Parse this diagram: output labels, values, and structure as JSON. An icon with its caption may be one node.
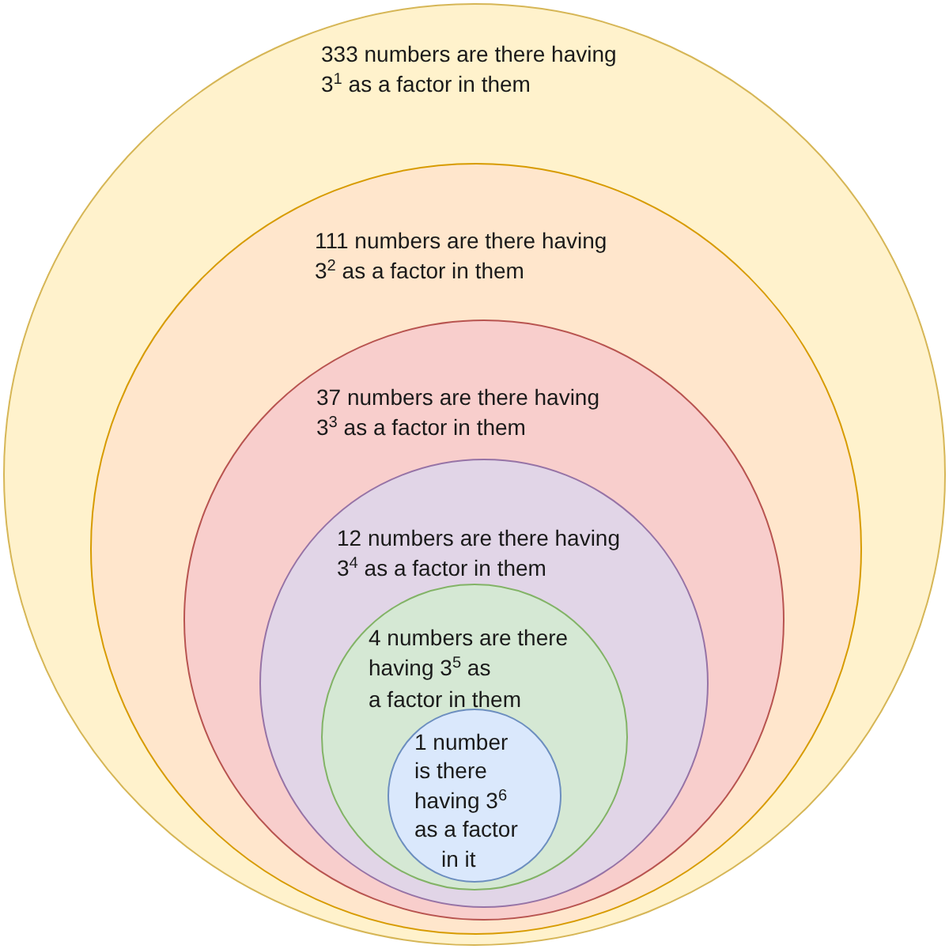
{
  "diagram": {
    "nodes": [
      {
        "text": [
          "333 numbers are there having 3$^{1}$ as a factor in them"
        ]
      },
      {
        "text": [
          "111 numbers are there having 3$^{2}$ as a factor in them"
        ],
        "in": 0
      },
      {
        "text": [
          "37 numbers are there having 3$^{3}$ as a factor in them"
        ],
        "in": 1
      },
      {
        "text": [
          "12 numbers are there having 3$^{4}$ as a factor in them"
        ],
        "in": 2
      },
      {
        "text": [
          "4 numbers are there having 3$^{5}$ as a factor in them"
        ],
        "in": 3
      },
      {
        "text": [
          "1 number is there having 3$^{6}$ as a factor in it"
        ],
        "in": 4
      }
    ]
  }
}
